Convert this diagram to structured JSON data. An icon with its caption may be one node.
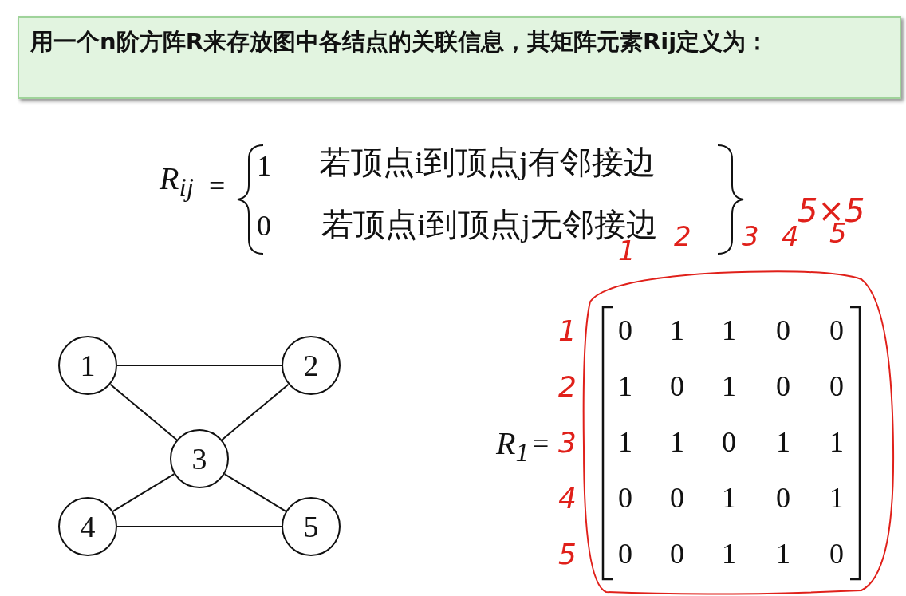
{
  "diagram": {
    "nodes": [
      {
        "text": [
          "用一个n阶方阵R来存放图中各结点的关联信息，其矩阵元素Rij定义为："
        ]
      },
      {
        "text": [
          "1"
        ]
      },
      {
        "text": [
          "2"
        ]
      },
      {
        "text": [
          "3"
        ]
      },
      {
        "text": [
          "4"
        ]
      },
      {
        "text": [
          "5"
        ]
      }
    ],
    "edges": [
      {
        "from": 1,
        "to": 2,
        "arrow": "none"
      },
      {
        "from": 1,
        "to": 3,
        "arrow": "none"
      },
      {
        "from": 2,
        "to": 3,
        "arrow": "none"
      },
      {
        "from": 3,
        "to": 4,
        "arrow": "none"
      },
      {
        "from": 3,
        "to": 5,
        "arrow": "none"
      },
      {
        "from": 4,
        "to": 5,
        "arrow": "none"
      }
    ],
    "labels": [
      "R$_{ij}$",
      "=",
      "1",
      "若顶点i到顶点j有邻接边",
      "0",
      "若顶点i到顶点j无邻接边",
      "5×5",
      "1",
      "2",
      "3",
      "4",
      "5",
      "1",
      "2",
      "3",
      "4",
      "5",
      "R$_{1}$",
      "=",
      "0",
      "1",
      "1",
      "0",
      "0",
      "1",
      "0",
      "1",
      "0",
      "0",
      "1",
      "1",
      "0",
      "1",
      "1",
      "0",
      "0",
      "1",
      "0",
      "1",
      "0",
      "0",
      "1",
      "1",
      "0"
    ]
  }
}
